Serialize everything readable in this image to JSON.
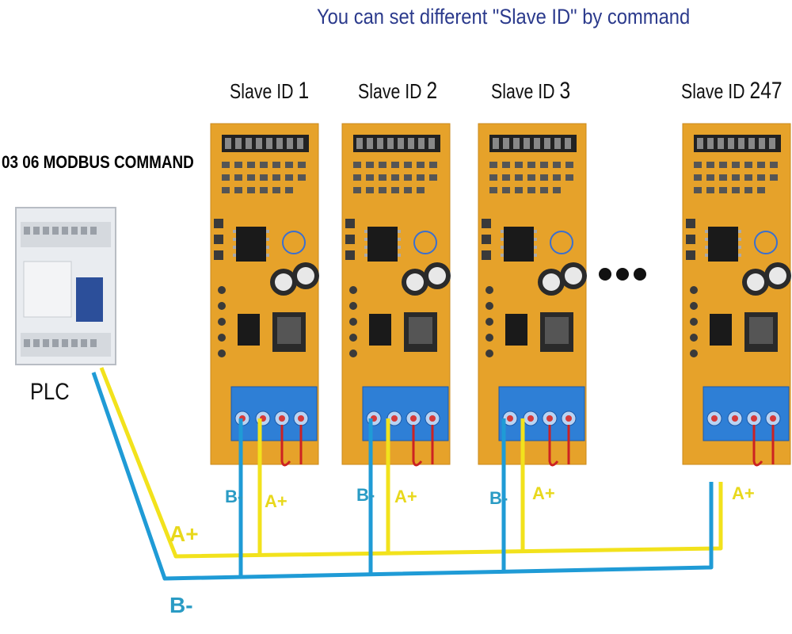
{
  "headline": "You can set different \"Slave ID\" by command",
  "command_label": "03 06 MODBUS COMMAND",
  "plc_label": "PLC",
  "slaves": [
    {
      "prefix": "Slave ID ",
      "id": "1"
    },
    {
      "prefix": "Slave ID ",
      "id": "2"
    },
    {
      "prefix": "Slave ID ",
      "id": "3"
    },
    {
      "prefix": "Slave ID ",
      "id": "247"
    }
  ],
  "wire_labels": {
    "b_minus": "B-",
    "a_plus": "A+"
  },
  "colors": {
    "headline": "#2b3a8c",
    "wire_a": "#f2e21c",
    "wire_b": "#1f9bd6",
    "label_b": "#2a9bc4",
    "label_a": "#e8d81c",
    "board": "#e6a22a",
    "terminal": "#2e7fd6"
  }
}
